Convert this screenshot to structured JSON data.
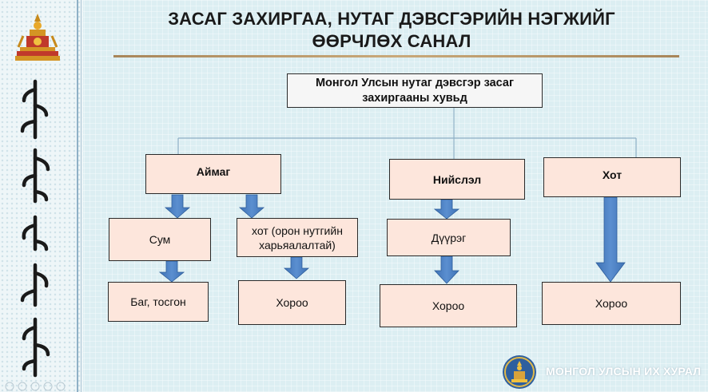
{
  "slide": {
    "title_line1": "ЗАСАГ ЗАХИРГАА, НУТАГ ДЭВСГЭРИЙН НЭГЖИЙГ",
    "title_line2": "ӨӨРЧЛӨХ САНАЛ",
    "footer_text": "МОНГОЛ УЛСЫН ИХ ХУРАЛ"
  },
  "diagram": {
    "root": "Монгол Улсын нутаг дэвсгэр засаг захиргааны хувьд",
    "aimag": "Аймаг",
    "niislel": "Нийслэл",
    "khot": "Хот",
    "sum": "Сум",
    "khot_local": "хот (орон нутгийн харьяалалтай)",
    "duureg": "Дүүрэг",
    "bag": "Баг, тосгон",
    "khoroo_1": "Хороо",
    "khoroo_2": "Хороо",
    "khoroo_3": "Хороо"
  },
  "icons": {
    "state_emblem": "state-emblem-icon",
    "parliament_emblem": "parliament-emblem-icon",
    "arrow": "down-arrow-icon"
  },
  "colors": {
    "box_fill": "#fde6dc",
    "arrow_fill": "#4a7fc1",
    "connector": "#8fb0c6",
    "title_rule": "#b8966a"
  }
}
